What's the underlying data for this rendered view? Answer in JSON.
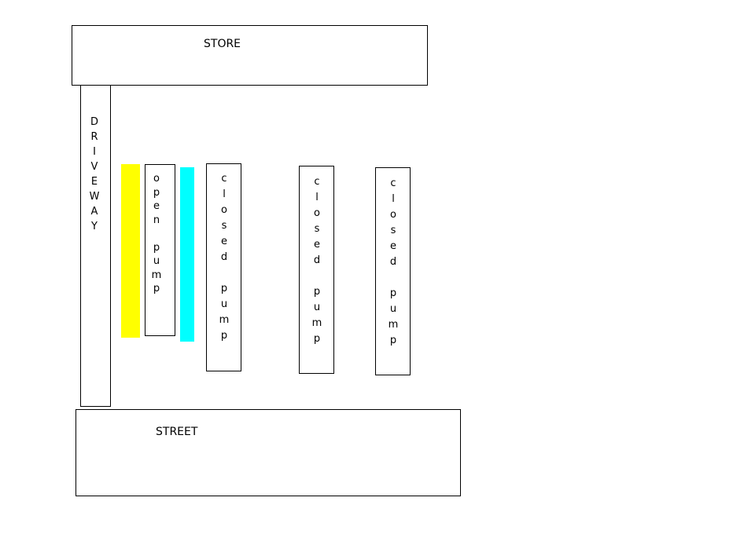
{
  "store": {
    "label": "STORE"
  },
  "driveway": {
    "label": "D\nR\nI\nV\nE\nW\nA\nY"
  },
  "street": {
    "label": "STREET"
  },
  "pumps": [
    {
      "label": "o\np\ne\nn\n\np\nu\nm\np"
    },
    {
      "label": "c\nl\no\ns\ne\nd\n\np\nu\nm\np"
    },
    {
      "label": "c\nl\no\ns\ne\nd\n\np\nu\nm\np"
    },
    {
      "label": "c\nl\no\ns\ne\nd\n\np\nu\nm\np"
    }
  ],
  "colors": {
    "yellow_bar": "#ffff00",
    "cyan_bar": "#00ffff",
    "outline": "#000000",
    "background": "#ffffff"
  }
}
